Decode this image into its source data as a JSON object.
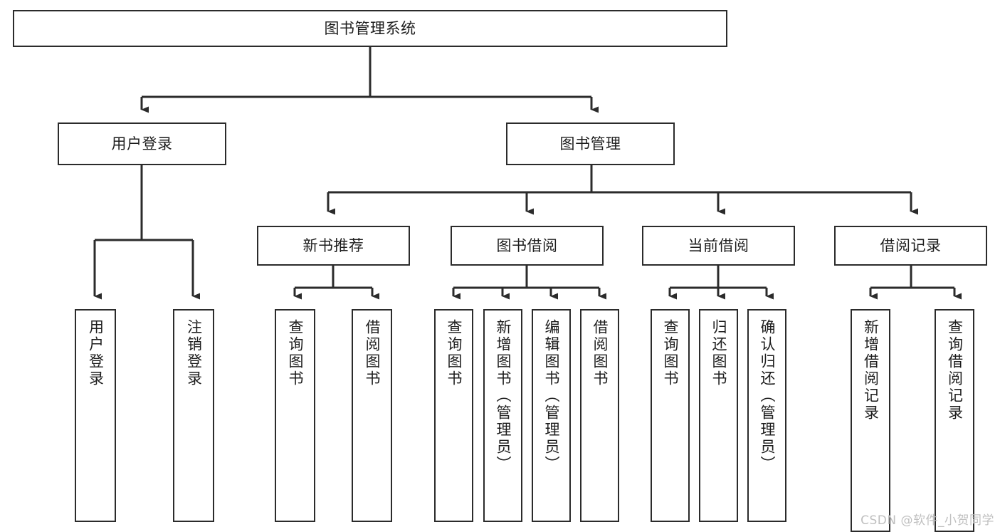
{
  "diagram": {
    "title": "图书管理系统",
    "type": "tree-hierarchy-chart",
    "colors": {
      "stroke": "#2b2b2b",
      "fill": "#ffffff",
      "text": "#1d1d1d",
      "watermark": "#bfbfbf"
    },
    "root": {
      "id": "root",
      "label": "图书管理系统"
    },
    "level2": [
      {
        "id": "user-login",
        "label": "用户登录"
      },
      {
        "id": "book-manage",
        "label": "图书管理"
      }
    ],
    "level3": [
      {
        "id": "new-book-recommend",
        "label": "新书推荐",
        "parent": "book-manage"
      },
      {
        "id": "book-borrow",
        "label": "图书借阅",
        "parent": "book-manage"
      },
      {
        "id": "current-borrow",
        "label": "当前借阅",
        "parent": "book-manage"
      },
      {
        "id": "borrow-record",
        "label": "借阅记录",
        "parent": "book-manage"
      }
    ],
    "leaves": [
      {
        "id": "leaf-user-login",
        "label": "用户登录",
        "parent": "user-login"
      },
      {
        "id": "leaf-user-logout",
        "label": "注销登录",
        "parent": "user-login"
      },
      {
        "id": "leaf-recommend-query",
        "label": "查询图书",
        "parent": "new-book-recommend"
      },
      {
        "id": "leaf-recommend-borrow",
        "label": "借阅图书",
        "parent": "new-book-recommend"
      },
      {
        "id": "leaf-borrow-query",
        "label": "查询图书",
        "parent": "book-borrow"
      },
      {
        "id": "leaf-borrow-add",
        "label": "新增图书（管理员）",
        "parent": "book-borrow"
      },
      {
        "id": "leaf-borrow-edit",
        "label": "编辑图书（管理员）",
        "parent": "book-borrow"
      },
      {
        "id": "leaf-borrow-lend",
        "label": "借阅图书",
        "parent": "book-borrow"
      },
      {
        "id": "leaf-current-query",
        "label": "查询图书",
        "parent": "current-borrow"
      },
      {
        "id": "leaf-current-return",
        "label": "归还图书",
        "parent": "current-borrow"
      },
      {
        "id": "leaf-current-confirm",
        "label": "确认归还（管理员）",
        "parent": "current-borrow"
      },
      {
        "id": "leaf-record-add",
        "label": "新增借阅记录",
        "parent": "borrow-record"
      },
      {
        "id": "leaf-record-query",
        "label": "查询借阅记录",
        "parent": "borrow-record"
      }
    ],
    "watermark": "CSDN @软件_小贺同学"
  }
}
